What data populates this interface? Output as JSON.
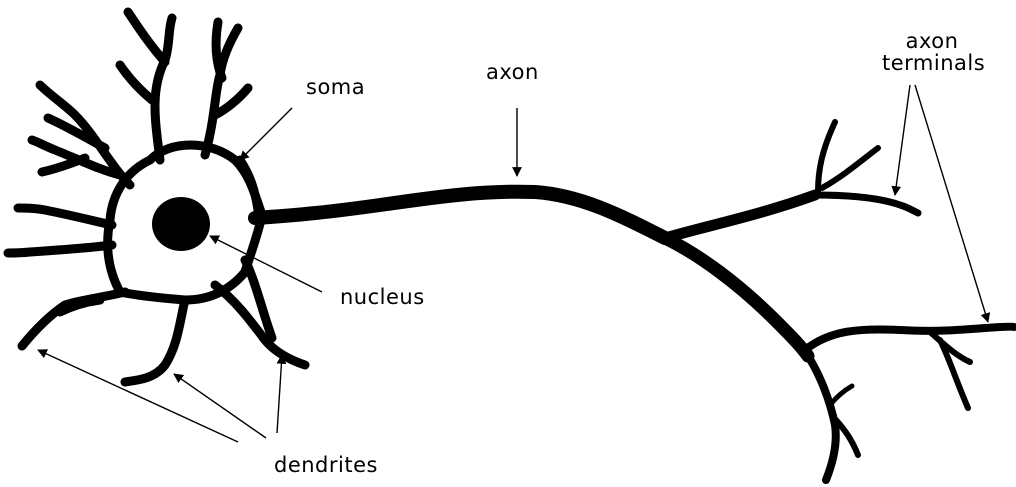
{
  "labels": {
    "soma": "soma",
    "axon": "axon",
    "axon_terminals_line1": "axon",
    "axon_terminals_line2": "terminals",
    "nucleus": "nucleus",
    "dendrites": "dendrites"
  },
  "colors": {
    "ink": "#000000",
    "background": "#ffffff"
  }
}
